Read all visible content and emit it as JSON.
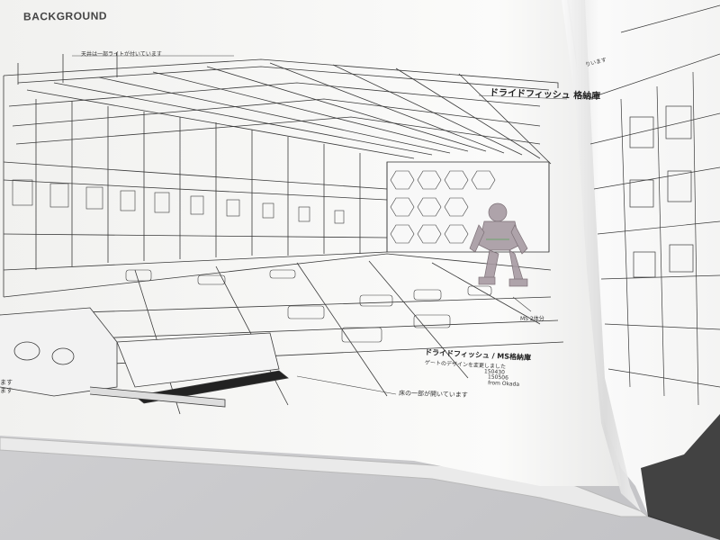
{
  "book": {
    "section_heading": "BACKGROUND",
    "title_jp": "ドライドフィッシュ 格納庫",
    "top_note": "天井は一部ライトが付いています",
    "ms_note": "MS 2体分",
    "caption_title": "ドライドフィッシュ / MS格納庫",
    "caption_line1": "ゲートのデザインを変更しました",
    "caption_date1": "150430",
    "caption_date2": "150506",
    "caption_from": "from Okada",
    "floor_note": "床の一部が開いています",
    "left_margin_note_1": "ます",
    "left_margin_note_2": "ます",
    "right_page_note": "りいます"
  },
  "colors": {
    "background": "#cfcfd2",
    "page": "#f6f6f4",
    "line_art": "#3a3a3a",
    "mech_tint": "#9b8b95"
  }
}
